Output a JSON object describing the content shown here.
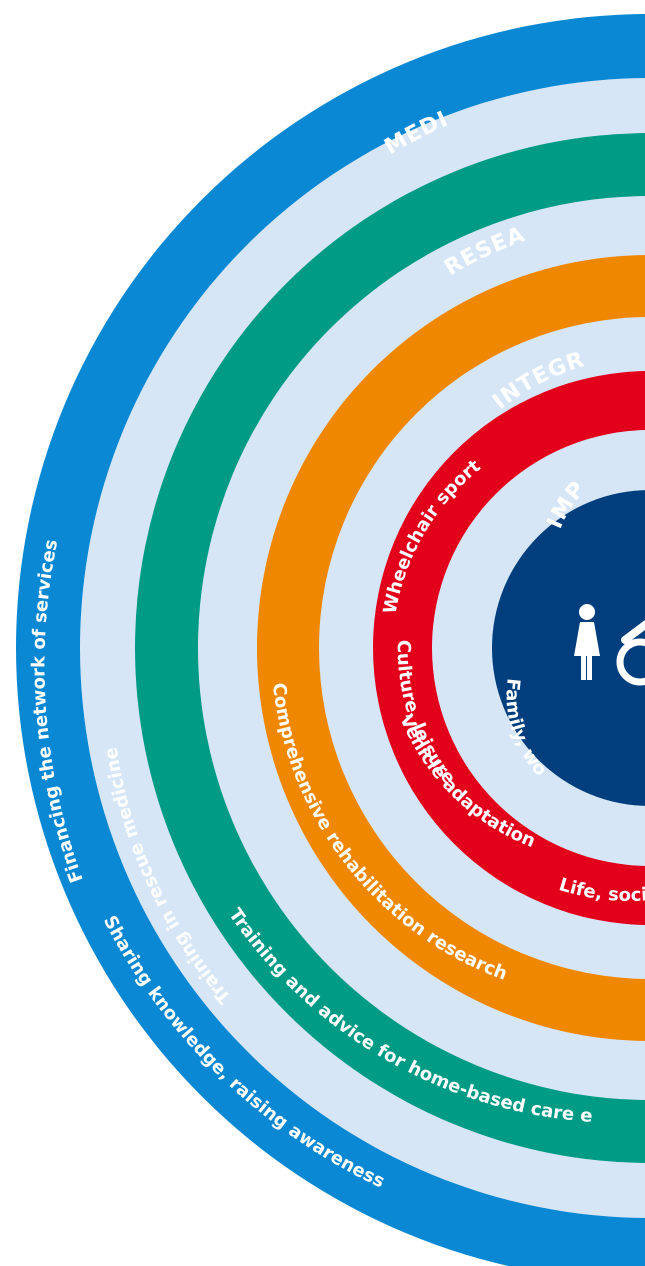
{
  "colors": {
    "solidarity": "#0a88d4",
    "medical": "#009b85",
    "research": "#f08700",
    "integration": "#e3001b",
    "impact": "#003e7e",
    "gap": "#d6e6f6"
  },
  "rings": {
    "solidarity": {
      "title": "SOLID",
      "labels": [
        "Financing the network of services",
        "Sharing knowledge, raising awareness"
      ]
    },
    "medical": {
      "title": "MEDI",
      "labels": [
        "Training in rescue medicine",
        "Training and advice for home-based care e"
      ]
    },
    "research": {
      "title": "RESEA",
      "labels": [
        "Comprehensive rehabilitation research"
      ]
    },
    "integration": {
      "title": "INTEGR",
      "labels": [
        "Wheelchair sport",
        "Culture, leisure",
        "Vehicle adaptation",
        "Life, social"
      ]
    },
    "impact": {
      "title": "IMP",
      "labels": [
        "Family, wo"
      ]
    }
  },
  "icons": [
    "person-icon",
    "wheelchair-icon"
  ]
}
